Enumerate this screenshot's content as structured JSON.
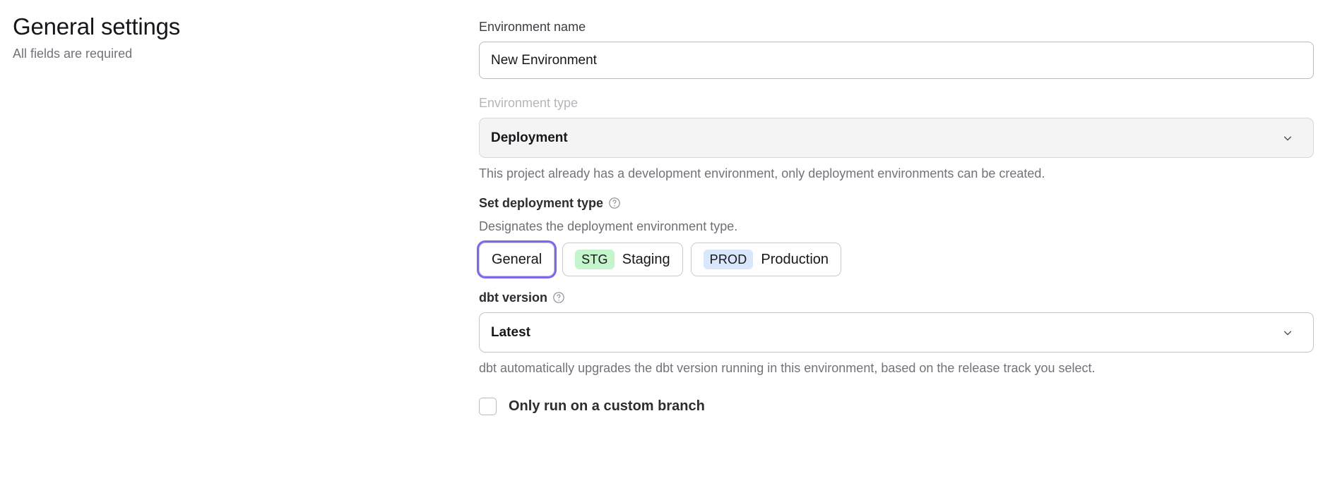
{
  "header": {
    "title": "General settings",
    "subtitle": "All fields are required"
  },
  "form": {
    "environment_name": {
      "label": "Environment name",
      "value": "New Environment",
      "placeholder": "Environment name"
    },
    "environment_type": {
      "label": "Environment type",
      "value": "Deployment",
      "disabled": true,
      "helper": "This project already has a development environment, only deployment environments can be created.",
      "chevron_icon": "chevron-down-icon"
    },
    "deployment_type": {
      "label": "Set deployment type",
      "help_icon": "help-circle-icon",
      "description": "Designates the deployment environment type.",
      "selected": "General",
      "options": [
        {
          "label": "General",
          "badge": null,
          "badge_color": null,
          "selected": true
        },
        {
          "label": "Staging",
          "badge": "STG",
          "badge_color": "#c4f5cd",
          "selected": false
        },
        {
          "label": "Production",
          "badge": "PROD",
          "badge_color": "#d8e7fc",
          "selected": false
        }
      ],
      "focus_ring_color": "#7c69ef"
    },
    "dbt_version": {
      "label": "dbt version",
      "help_icon": "help-circle-icon",
      "value": "Latest",
      "chevron_icon": "chevron-down-icon",
      "helper": "dbt automatically upgrades the dbt version running in this environment, based on the release track you select."
    },
    "custom_branch": {
      "label": "Only run on a custom branch",
      "checked": false
    }
  }
}
